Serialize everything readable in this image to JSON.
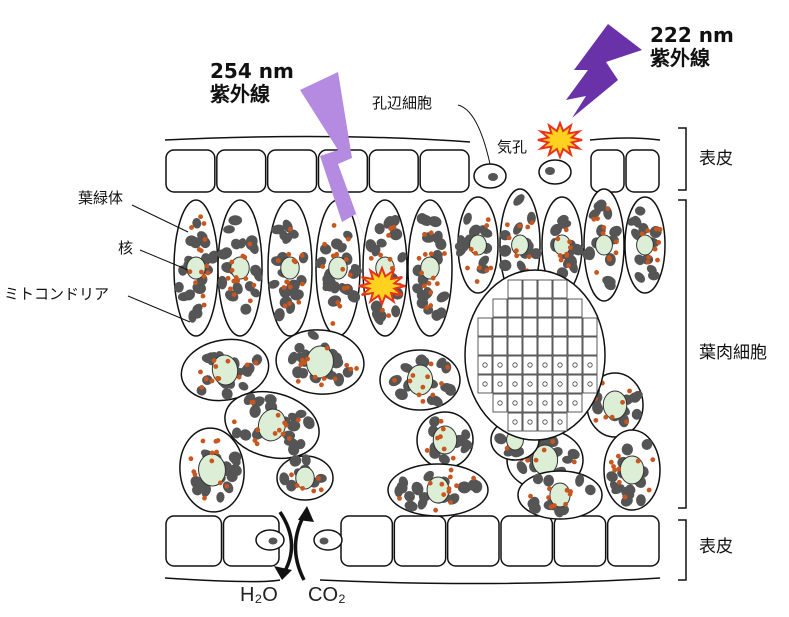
{
  "uv_254": {
    "line1": "254 nm",
    "line2": "紫外線",
    "color": "#b48be0"
  },
  "uv_222": {
    "line1": "222 nm",
    "line2": "紫外線",
    "color": "#6a32a8"
  },
  "labels": {
    "guard_cell": "孔辺細胞",
    "stoma": "気孔",
    "chloroplast": "葉緑体",
    "nucleus": "核",
    "mitochondria": "ミトコンドリア"
  },
  "tissues": {
    "epidermis_top": "表皮",
    "mesophyll": "葉肉細胞",
    "epidermis_bottom": "表皮"
  },
  "gas": {
    "water": "H₂O",
    "co2": "CO₂"
  },
  "colors": {
    "chloroplast": "#555555",
    "nucleus": "#dcefd6",
    "mitochondria": "#c8561e",
    "burst_fill": "#ffd21f",
    "burst_stroke": "#e8331c"
  }
}
